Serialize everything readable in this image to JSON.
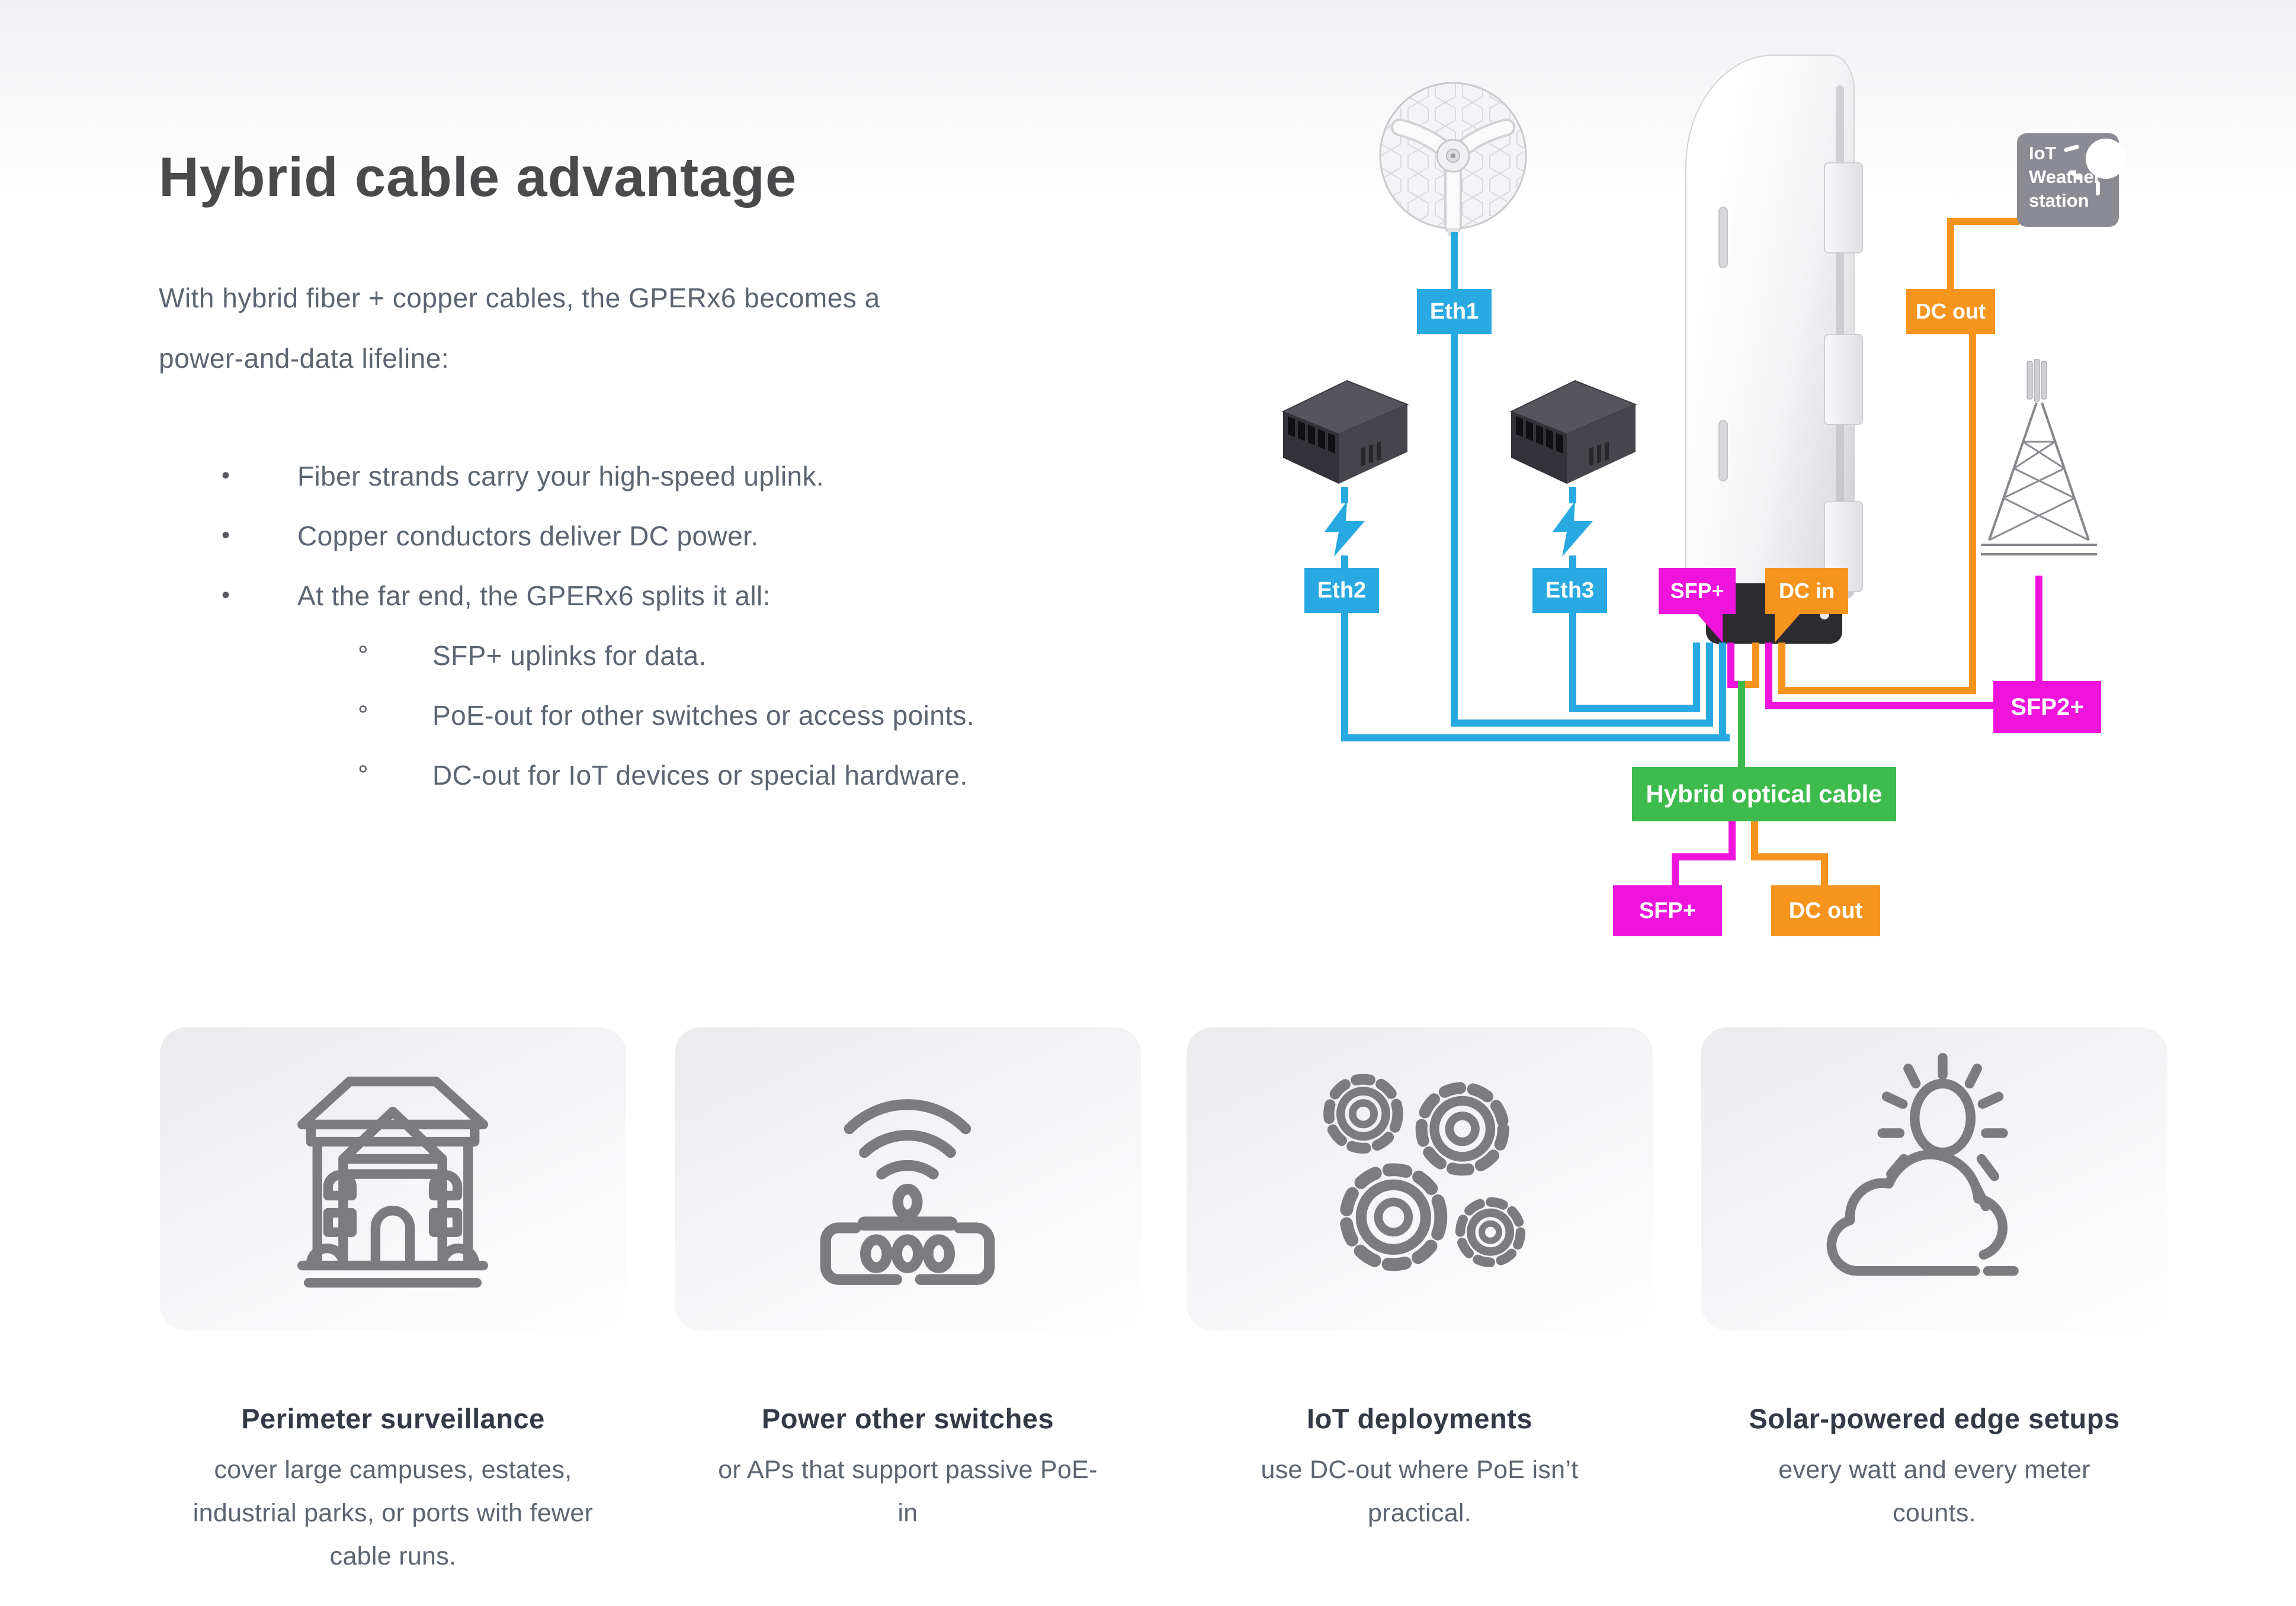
{
  "page": {
    "title": "Hybrid cable advantage"
  },
  "intro": [
    "With hybrid fiber + copper cables, the GPERx6 becomes a",
    "power-and-data lifeline:"
  ],
  "bullets": [
    {
      "marker": "•",
      "text": "Fiber strands carry your high-speed uplink."
    },
    {
      "marker": "•",
      "text": "Copper conductors deliver DC power."
    },
    {
      "marker": "•",
      "text": "At the far end, the GPERx6 splits it all:"
    }
  ],
  "sub_bullets": [
    {
      "marker": "°",
      "text": "SFP+ uplinks for data."
    },
    {
      "marker": "°",
      "text": "PoE-out for other switches or access points."
    },
    {
      "marker": "°",
      "text": "DC-out for IoT devices or special hardware."
    }
  ],
  "diagram": {
    "labels": {
      "eth1": "Eth1",
      "eth2": "Eth2",
      "eth3": "Eth3",
      "sfp_port": "SFP+",
      "dc_in": "DC in",
      "dc_out_top": "DC out",
      "iot_station": "IoT Weather station",
      "sfp2": "SFP2+",
      "hybrid_cable": "Hybrid optical cable",
      "sfp_bottom": "SFP+",
      "dc_out_bottom": "DC out"
    },
    "colors": {
      "ethernet": "#29a9e1",
      "fiber": "#ee14dc",
      "power": "#f7941e",
      "hybrid": "#3dbb4d",
      "station": "#8b8b95"
    },
    "icons": [
      "dish-antenna-icon",
      "switch-icon",
      "lightning-icon",
      "gper-device-icon",
      "radio-tower-icon",
      "weather-station-icon"
    ]
  },
  "cards": [
    {
      "icon": "building-icon",
      "title": "Perimeter surveillance",
      "description": "cover large campuses, estates, industrial parks, or ports with fewer cable runs."
    },
    {
      "icon": "access-point-icon",
      "title": "Power other switches",
      "description": "or APs that support passive PoE-in"
    },
    {
      "icon": "gears-icon",
      "title": "IoT deployments",
      "description": "use DC-out where PoE isn’t practical."
    },
    {
      "icon": "sun-cloud-icon",
      "title": "Solar-powered edge setups",
      "description": "every watt and every meter counts."
    }
  ]
}
